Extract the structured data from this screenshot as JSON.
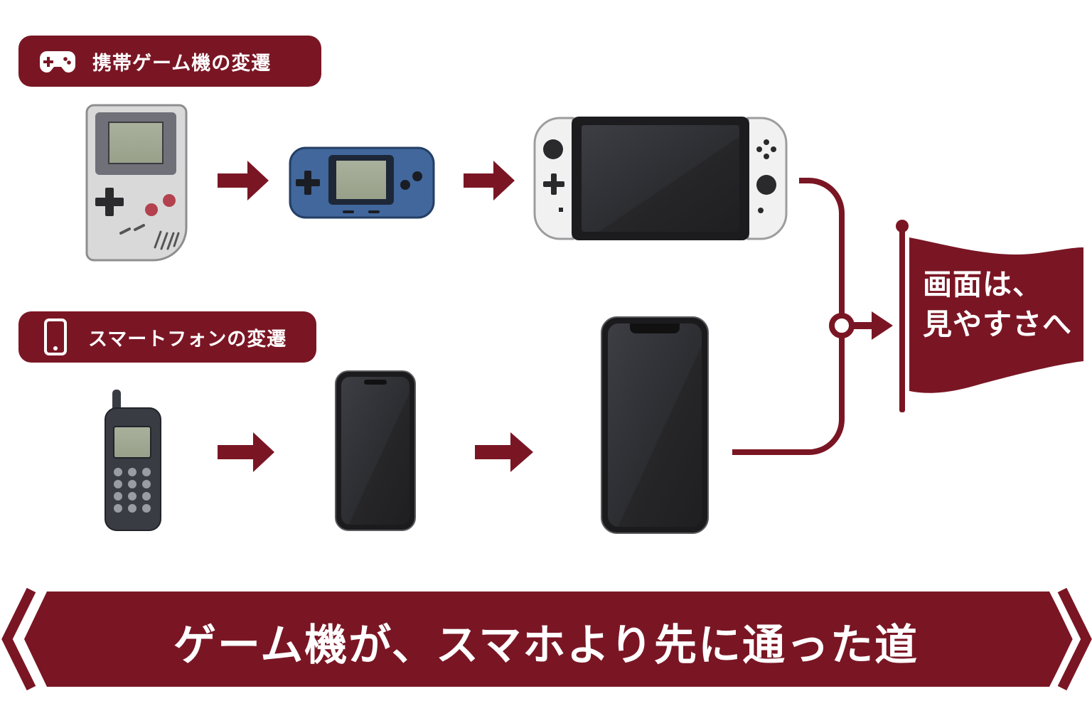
{
  "sections": {
    "game": {
      "title": "携帯ゲーム機の変遷",
      "icon": "gamepad-icon"
    },
    "phone": {
      "title": "スマートフォンの変遷",
      "icon": "smartphone-icon"
    }
  },
  "conclusion": {
    "line1": "画面は、",
    "line2": "見やすさへ",
    "icon": "flag-icon"
  },
  "banner": {
    "text": "ゲーム機が、スマホより先に通った道"
  },
  "colors": {
    "accent": "#7a1624",
    "background": "#ffffff"
  },
  "devices": {
    "game": [
      "gameboy-icon",
      "compact-handheld-icon",
      "hybrid-console-icon"
    ],
    "phone": [
      "feature-phone-icon",
      "smartphone-small-icon",
      "smartphone-large-icon"
    ]
  }
}
